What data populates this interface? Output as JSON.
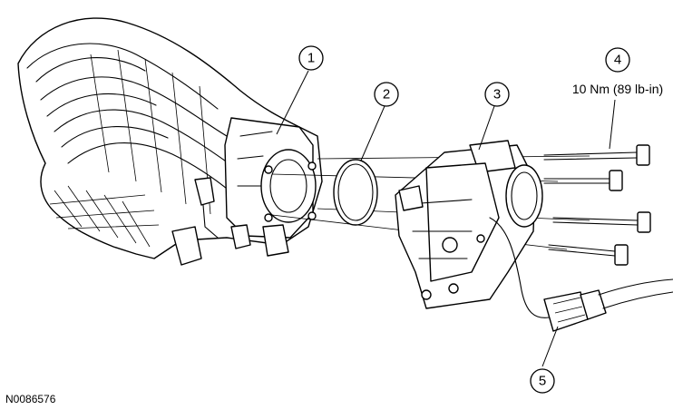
{
  "callouts": [
    {
      "number": "1"
    },
    {
      "number": "2"
    },
    {
      "number": "3"
    },
    {
      "number": "4"
    },
    {
      "number": "5"
    }
  ],
  "torque_spec": "10 Nm (89 lb-in)",
  "figure_code": "N0086576"
}
